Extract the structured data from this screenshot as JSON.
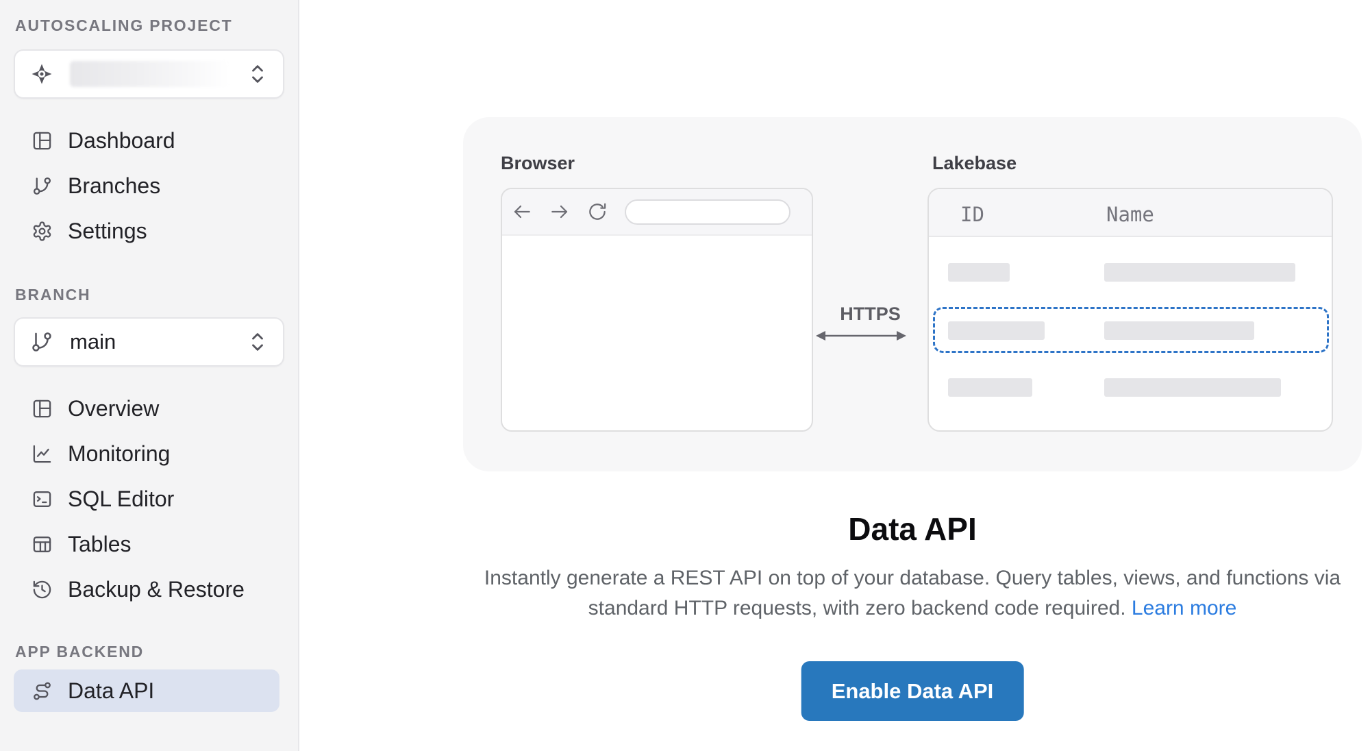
{
  "sidebar": {
    "project_section_label": "AUTOSCALING PROJECT",
    "branch_section_label": "BRANCH",
    "app_backend_section_label": "APP BACKEND",
    "branch_selector": {
      "value": "main"
    },
    "project_nav": [
      {
        "label": "Dashboard",
        "icon": "layout-icon"
      },
      {
        "label": "Branches",
        "icon": "git-branch-icon"
      },
      {
        "label": "Settings",
        "icon": "gear-icon"
      }
    ],
    "branch_nav": [
      {
        "label": "Overview",
        "icon": "layout-icon"
      },
      {
        "label": "Monitoring",
        "icon": "line-chart-icon"
      },
      {
        "label": "SQL Editor",
        "icon": "terminal-icon"
      },
      {
        "label": "Tables",
        "icon": "table-icon"
      },
      {
        "label": "Backup & Restore",
        "icon": "history-icon"
      }
    ],
    "app_backend_nav": [
      {
        "label": "Data API",
        "icon": "route-icon",
        "selected": true
      }
    ]
  },
  "illustration": {
    "browser_label": "Browser",
    "lakebase_label": "Lakebase",
    "https_label": "HTTPS",
    "table_columns": [
      "ID",
      "Name"
    ]
  },
  "content": {
    "title": "Data API",
    "description_line1": "Instantly generate a REST API on top of your database. Query tables, views, and functions via",
    "description_line2": "standard HTTP requests, with zero backend code required.",
    "learn_more_label": "Learn more",
    "enable_button_label": "Enable Data API"
  },
  "colors": {
    "primary_button": "#2878bd",
    "link": "#2b7ce0",
    "selected_item_bg": "#dce2f0",
    "dashed_highlight": "#2e74c7",
    "sidebar_bg": "#f4f4f5",
    "panel_bg": "#f7f7f8"
  }
}
